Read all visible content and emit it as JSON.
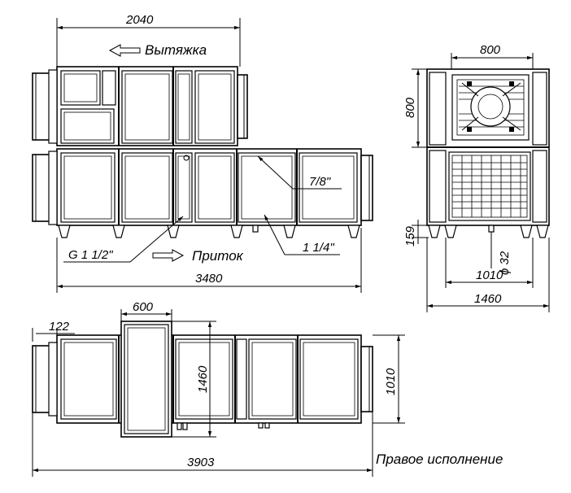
{
  "dimensions": {
    "top_length": "2040",
    "total_length_side": "3480",
    "front_width": "800",
    "front_height": "800",
    "leg_height": "159",
    "front_inner_width": "1010",
    "front_total_width": "1460",
    "plan_section_width": "600",
    "plan_offset": "122",
    "plan_height": "1460",
    "plan_depth": "1010",
    "plan_total_length": "3903"
  },
  "labels": {
    "exhaust": "Вытяжка",
    "supply": "Приток",
    "pipe_78": "7/8\"",
    "pipe_114": "1 1/4\"",
    "pipe_g112": "G 1 1/2\"",
    "drain_diameter": "ϕ 32",
    "version": "Правое исполнение"
  }
}
